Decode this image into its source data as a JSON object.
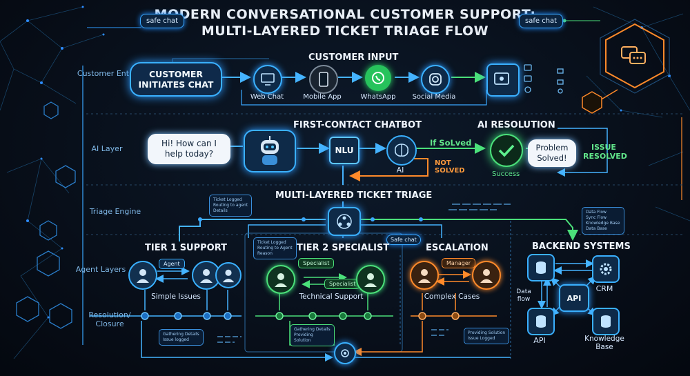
{
  "title_line1": "MODERN CONVERSATIONAL CUSTOMER SUPPORT:",
  "title_line2": "MULTI-LAYERED TICKET TRIAGE FLOW",
  "safe_chat_left": "safe chat",
  "safe_chat_right": "safe chat",
  "safe_chat_mid": "Safe chat",
  "lanes": [
    "Customer Entry",
    "AI Layer",
    "Triage Engine",
    "Agent Layers",
    "Resolution/ Closure"
  ],
  "customer_input": {
    "heading": "CUSTOMER INPUT",
    "initiate": "CUSTOMER INITIATES CHAT",
    "channels": [
      "Web Chat",
      "Mobile App",
      "WhatsApp",
      "Social Media"
    ]
  },
  "ai": {
    "heading": "FIRST-CONTACT CHATBOT",
    "greeting": "Hi! How can I help today?",
    "nlu": "NLU",
    "ai_label": "AI",
    "if_solved": "If SoLved",
    "not_solved": "NOT SOLVED",
    "resolution_heading": "AI RESOLUTION",
    "success": "Success",
    "problem_solved": "Problem Solved!",
    "issue_resolved": "ISSUE RESOLVED"
  },
  "triage": {
    "heading": "MULTI-LAYERED TICKET TRIAGE",
    "notes_left": [
      "Ticket Logged",
      "Routing to agent",
      "Details"
    ],
    "notes_mid": [
      "Ticket Logged",
      "Routing to Agent",
      "Reason"
    ],
    "notes_right": [
      "Data Flow",
      "Sync Flow",
      "Knowledge Base",
      "Data Base"
    ]
  },
  "tier1": {
    "heading": "TIER 1 SUPPORT",
    "tag": "Agent",
    "label": "Simple Issues",
    "note": [
      "Gathering Details",
      "Issue logged"
    ]
  },
  "tier2": {
    "heading": "TIER 2 SPECIALIST",
    "tag1": "Specialist",
    "tag2": "Specialist",
    "label": "Technical Support",
    "note": [
      "Gathering Details",
      "Providing",
      "Solution"
    ]
  },
  "escalation": {
    "heading": "ESCALATION",
    "tag": "Manager",
    "label": "Complex Cases",
    "note": [
      "Providing Solution",
      "Issue Logged"
    ]
  },
  "backend": {
    "heading": "BACKEND SYSTEMS",
    "data_flow": "Data flow",
    "api_center": "API",
    "crm": "CRM",
    "api": "API",
    "knowledge_base": "Knowledge Base"
  },
  "colors": {
    "blue": "#3aa8ff",
    "green": "#4be07a",
    "orange": "#ff8a2a",
    "bg": "#070d17"
  }
}
